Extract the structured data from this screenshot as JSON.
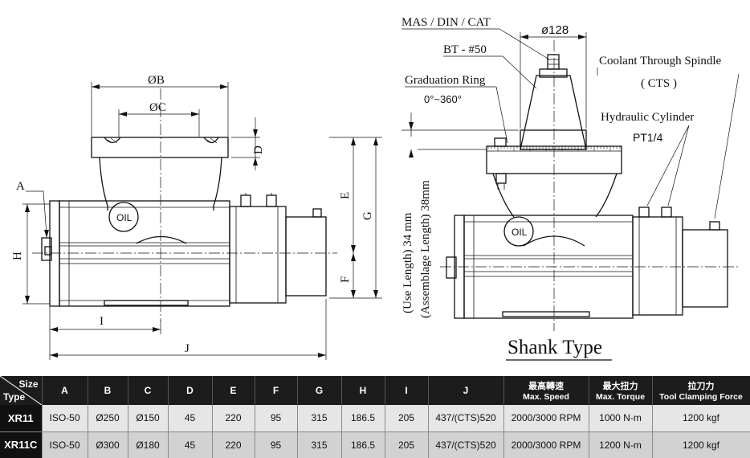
{
  "drawing": {
    "dims": {
      "phi_b": "ØB",
      "phi_c": "ØC",
      "a": "A",
      "d": "D",
      "e": "E",
      "g": "G",
      "h": "H",
      "f": "F",
      "i": "I",
      "j": "J",
      "phi128": "ø128"
    },
    "labels": {
      "oil_left": "OIL",
      "oil_right": "OIL",
      "mas_din_cat": "MAS / DIN / CAT",
      "bt50": "BT - #50",
      "graduation_ring": "Graduation Ring",
      "graduation_range": "0°~360°",
      "coolant": "Coolant Through Spindle",
      "cts": "( CTS )",
      "hydraulic": "Hydraulic Cylinder",
      "pt14": "PT1/4",
      "use_length": "(Use Length) 34 mm",
      "assemblage_length": "(Assemblage Length) 38mm",
      "shank_type": "Shank  Type"
    }
  },
  "table": {
    "corner_size": "Size",
    "corner_type": "Type",
    "headers": [
      {
        "en": "A"
      },
      {
        "en": "B"
      },
      {
        "en": "C"
      },
      {
        "en": "D"
      },
      {
        "en": "E"
      },
      {
        "en": "F"
      },
      {
        "en": "G"
      },
      {
        "en": "H"
      },
      {
        "en": "I"
      },
      {
        "en": "J"
      },
      {
        "cn": "最高轉速",
        "en": "Max. Speed"
      },
      {
        "cn": "最大扭力",
        "en": "Max. Torque"
      },
      {
        "cn": "拉刀力",
        "en": "Tool Clamping Force"
      }
    ],
    "rows": [
      {
        "type": "XR11",
        "cells": [
          "ISO-50",
          "Ø250",
          "Ø150",
          "45",
          "220",
          "95",
          "315",
          "186.5",
          "205",
          "437/(CTS)520",
          "2000/3000 RPM",
          "1000 N-m",
          "1200 kgf"
        ]
      },
      {
        "type": "XR11C",
        "cells": [
          "ISO-50",
          "Ø300",
          "Ø180",
          "45",
          "220",
          "95",
          "315",
          "186.5",
          "205",
          "437/(CTS)520",
          "2000/3000 RPM",
          "1200 N-m",
          "1200 kgf"
        ]
      }
    ]
  }
}
